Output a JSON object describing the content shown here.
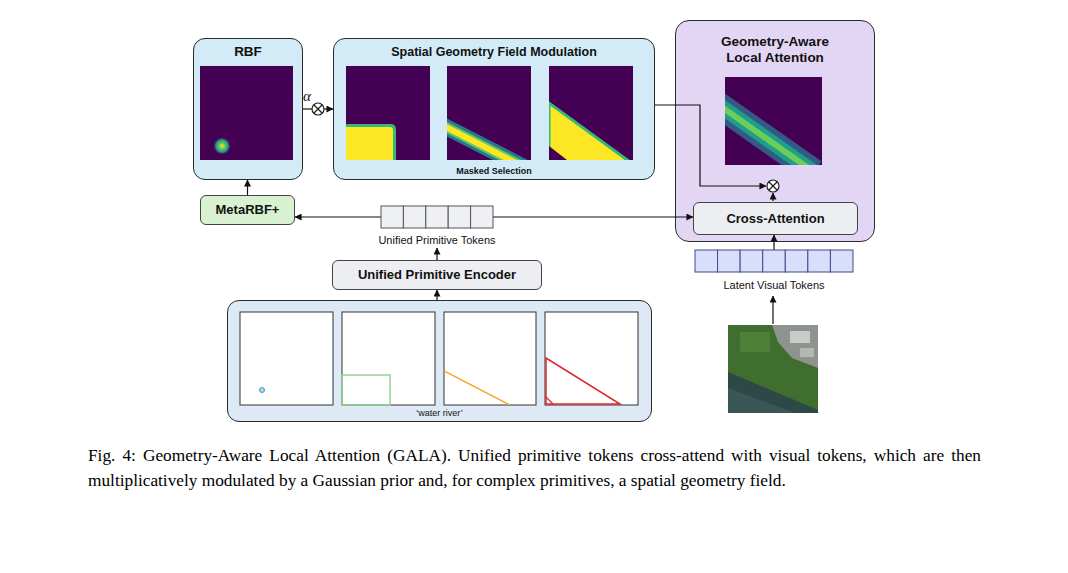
{
  "diagram": {
    "caption": "Fig. 4: Geometry-Aware Local Attention (GALA). Unified primitive tokens cross-attend with visual tokens, which are then multiplicatively modulated by a Gaussian prior and, for complex primitives, a spatial geometry field.",
    "nodes": [
      {
        "text": [
          "RBF"
        ]
      },
      {
        "text": [
          "Spatial Geometry Field Modulation",
          "Masked Selection"
        ]
      },
      {
        "text": [
          "Geometry-Aware Local Attention"
        ]
      },
      {
        "text": [
          "Cross-Attention"
        ],
        "in": 2
      },
      {
        "text": [
          "MetaRBF+"
        ]
      },
      {
        "text": [
          "Unified Primitive Tokens"
        ]
      },
      {
        "text": [
          "Unified Primitive Encoder"
        ]
      },
      {
        "text": [
          "‘water river’"
        ]
      },
      {
        "text": [
          "Latent Visual Tokens"
        ]
      }
    ],
    "edges": [
      {
        "from": 4,
        "to": 0,
        "arrow": "to"
      },
      {
        "from": 0,
        "to": 1,
        "label": "α",
        "arrow": "to"
      },
      {
        "from": 5,
        "to": 4,
        "arrow": "to"
      },
      {
        "from": 5,
        "to": 3,
        "arrow": "to"
      },
      {
        "from": 6,
        "to": 5,
        "arrow": "to"
      },
      {
        "from": 7,
        "to": 6,
        "arrow": "to"
      },
      {
        "from": 8,
        "to": 3,
        "arrow": "to"
      },
      {
        "from": 1,
        "to": 2,
        "arrow": "to"
      }
    ]
  }
}
